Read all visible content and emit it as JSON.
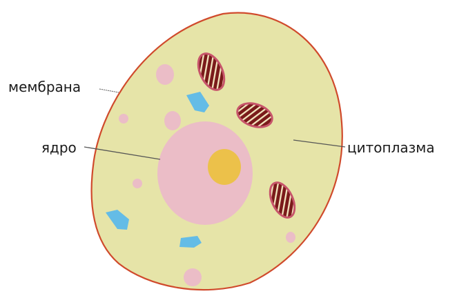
{
  "labels": {
    "membrane": "мембрана",
    "nucleus": "ядро",
    "cytoplasm": "цитоплазма"
  },
  "colors": {
    "cytoplasm": "#E6E4A8",
    "membrane": "#D04A2C",
    "nucleus": "#EBBDC7",
    "nucleolus": "#ECC14A",
    "vacuole": "#EBBDC7",
    "blue_body": "#64BCE6",
    "mitochondrion_fill": "#7A1A1A",
    "mitochondrion_stripe": "#F3E6C0",
    "leader_line": "#555555"
  }
}
